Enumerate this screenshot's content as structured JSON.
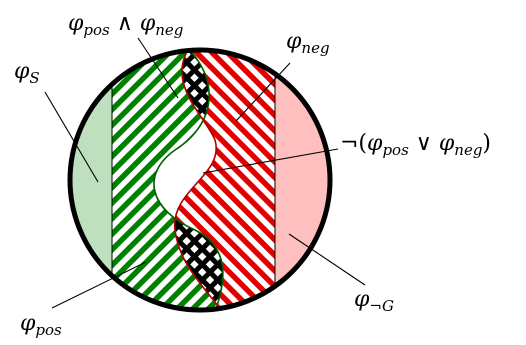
{
  "labels": {
    "phi_s": {
      "base": "φ",
      "sub": "S"
    },
    "phi_pos_and_neg": {
      "base1": "φ",
      "sub1": "pos",
      "op": " ∧ ",
      "base2": "φ",
      "sub2": "neg"
    },
    "phi_neg": {
      "base": "φ",
      "sub": "neg"
    },
    "not_pos_or_neg": {
      "pre": "¬(",
      "base1": "φ",
      "sub1": "pos",
      "op": " ∨ ",
      "base2": "φ",
      "sub2": "neg",
      "post": ")"
    },
    "phi_pos": {
      "base": "φ",
      "sub": "pos"
    },
    "phi_not_g": {
      "base": "φ",
      "sub": "¬G"
    }
  },
  "colors": {
    "green_fill": "#bfe0bf",
    "green_stripe": "#008000",
    "red_fill": "#ffbfbf",
    "red_stripe": "#e00000",
    "black": "#000000",
    "white": "#ffffff"
  }
}
